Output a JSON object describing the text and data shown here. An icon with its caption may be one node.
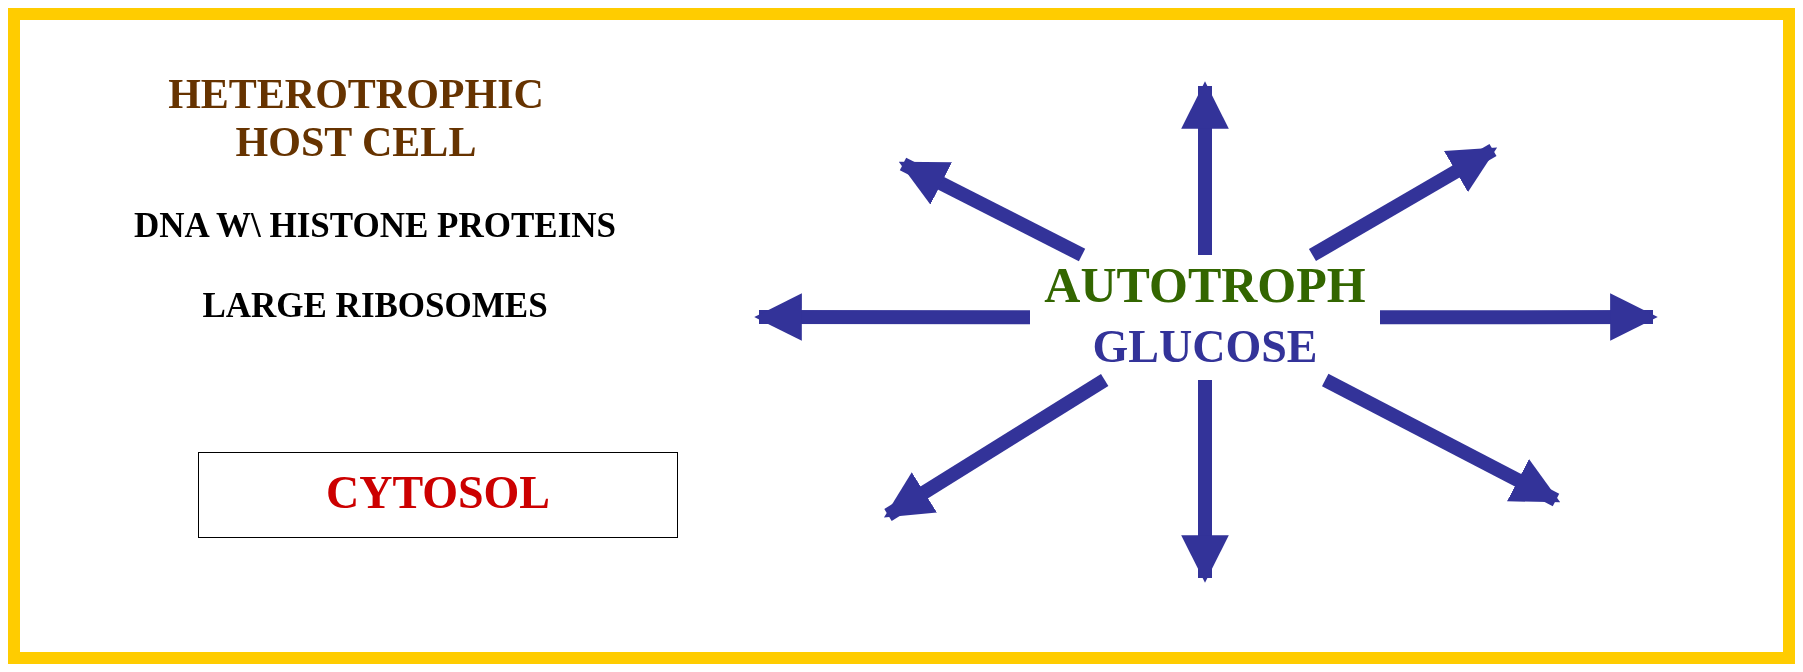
{
  "diagram": {
    "nodes": [
      {
        "text": [
          "HETEROTROPHIC HOST CELL",
          "DNA W\\ HISTONE PROTEINS",
          "LARGE RIBOSOMES"
        ]
      },
      {
        "text": [
          "CYTOSOL"
        ],
        "in": 0
      },
      {
        "text": [
          "AUTOTROPH",
          "GLUCOSE"
        ],
        "in": 0
      }
    ],
    "edges": [
      {
        "from": 2,
        "to": null,
        "arrow": "to"
      },
      {
        "from": 2,
        "to": null,
        "arrow": "to"
      },
      {
        "from": 2,
        "to": null,
        "arrow": "to"
      },
      {
        "from": 2,
        "to": null,
        "arrow": "to"
      },
      {
        "from": 2,
        "to": null,
        "arrow": "to"
      },
      {
        "from": 2,
        "to": null,
        "arrow": "to"
      },
      {
        "from": 2,
        "to": null,
        "arrow": "to"
      },
      {
        "from": 2,
        "to": null,
        "arrow": "to"
      }
    ]
  }
}
